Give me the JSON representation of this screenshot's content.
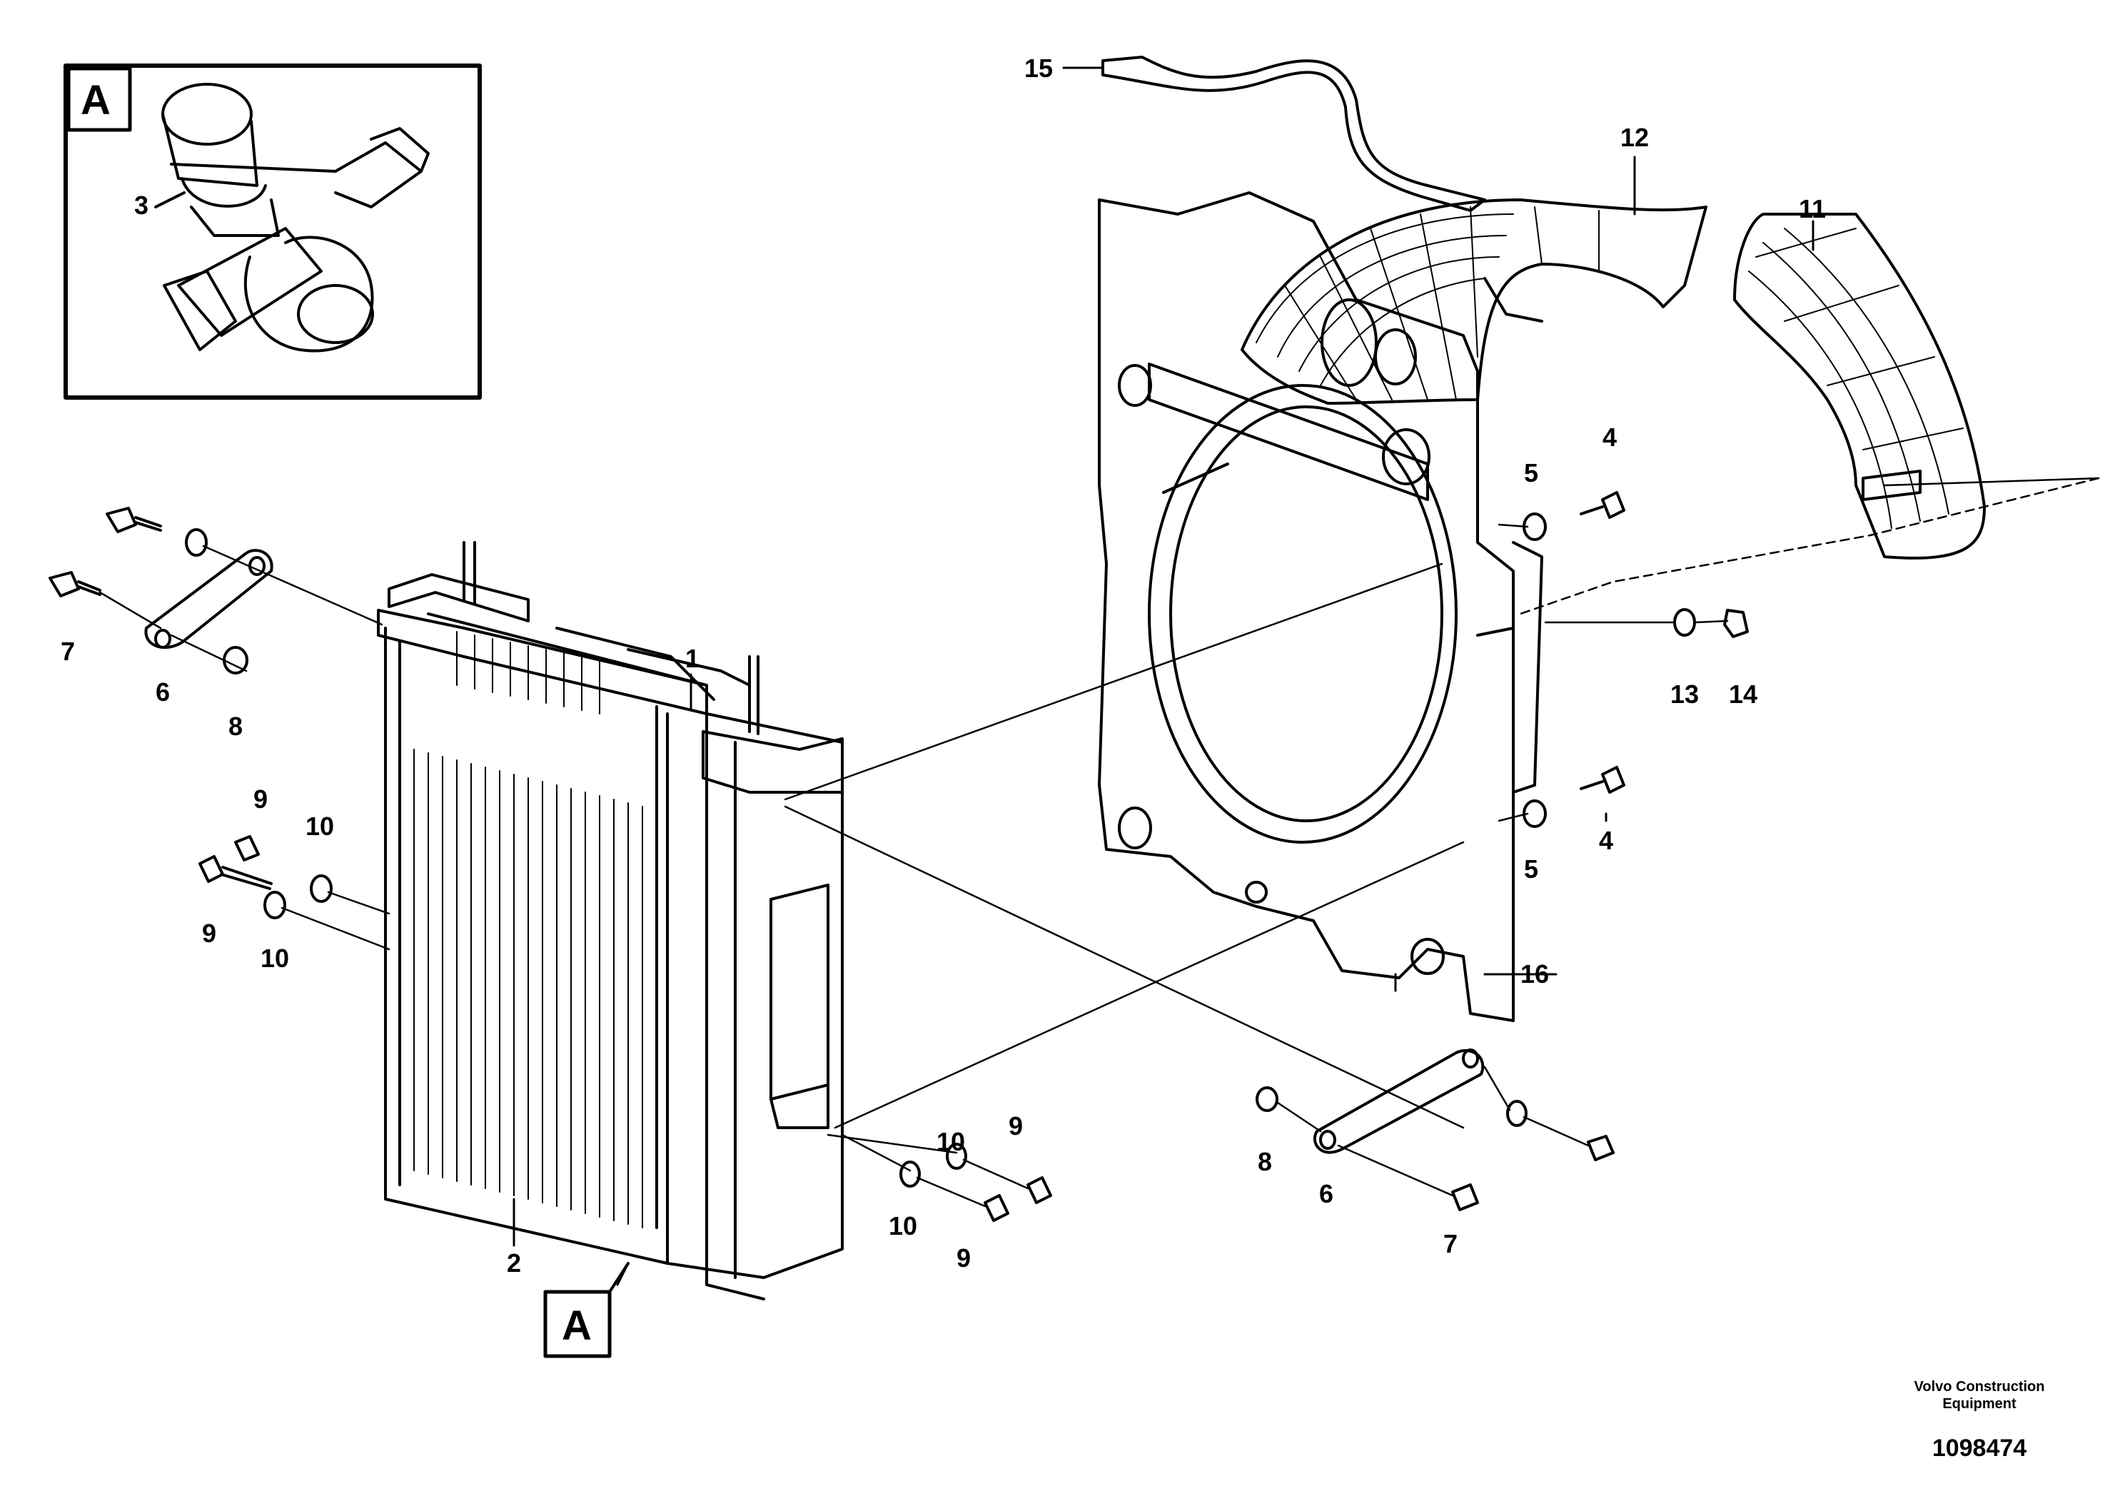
{
  "inset": {
    "letter": "A"
  },
  "callout": {
    "letter": "A"
  },
  "labels": {
    "l1": "1",
    "l2": "2",
    "l3": "3",
    "l4a": "4",
    "l4b": "4",
    "l5a": "5",
    "l5b": "5",
    "l6a": "6",
    "l6b": "6",
    "l7a": "7",
    "l7b": "7",
    "l8a": "8",
    "l8b": "8",
    "l9a": "9",
    "l9b": "9",
    "l9c": "9",
    "l9d": "9",
    "l10a": "10",
    "l10b": "10",
    "l10c": "10",
    "l10d": "10",
    "l11": "11",
    "l12": "12",
    "l13": "13",
    "l14": "14",
    "l15": "15",
    "l16": "16"
  },
  "footer": {
    "brand_line1": "Volvo Construction",
    "brand_line2": "Equipment",
    "doc_number": "1098474"
  }
}
